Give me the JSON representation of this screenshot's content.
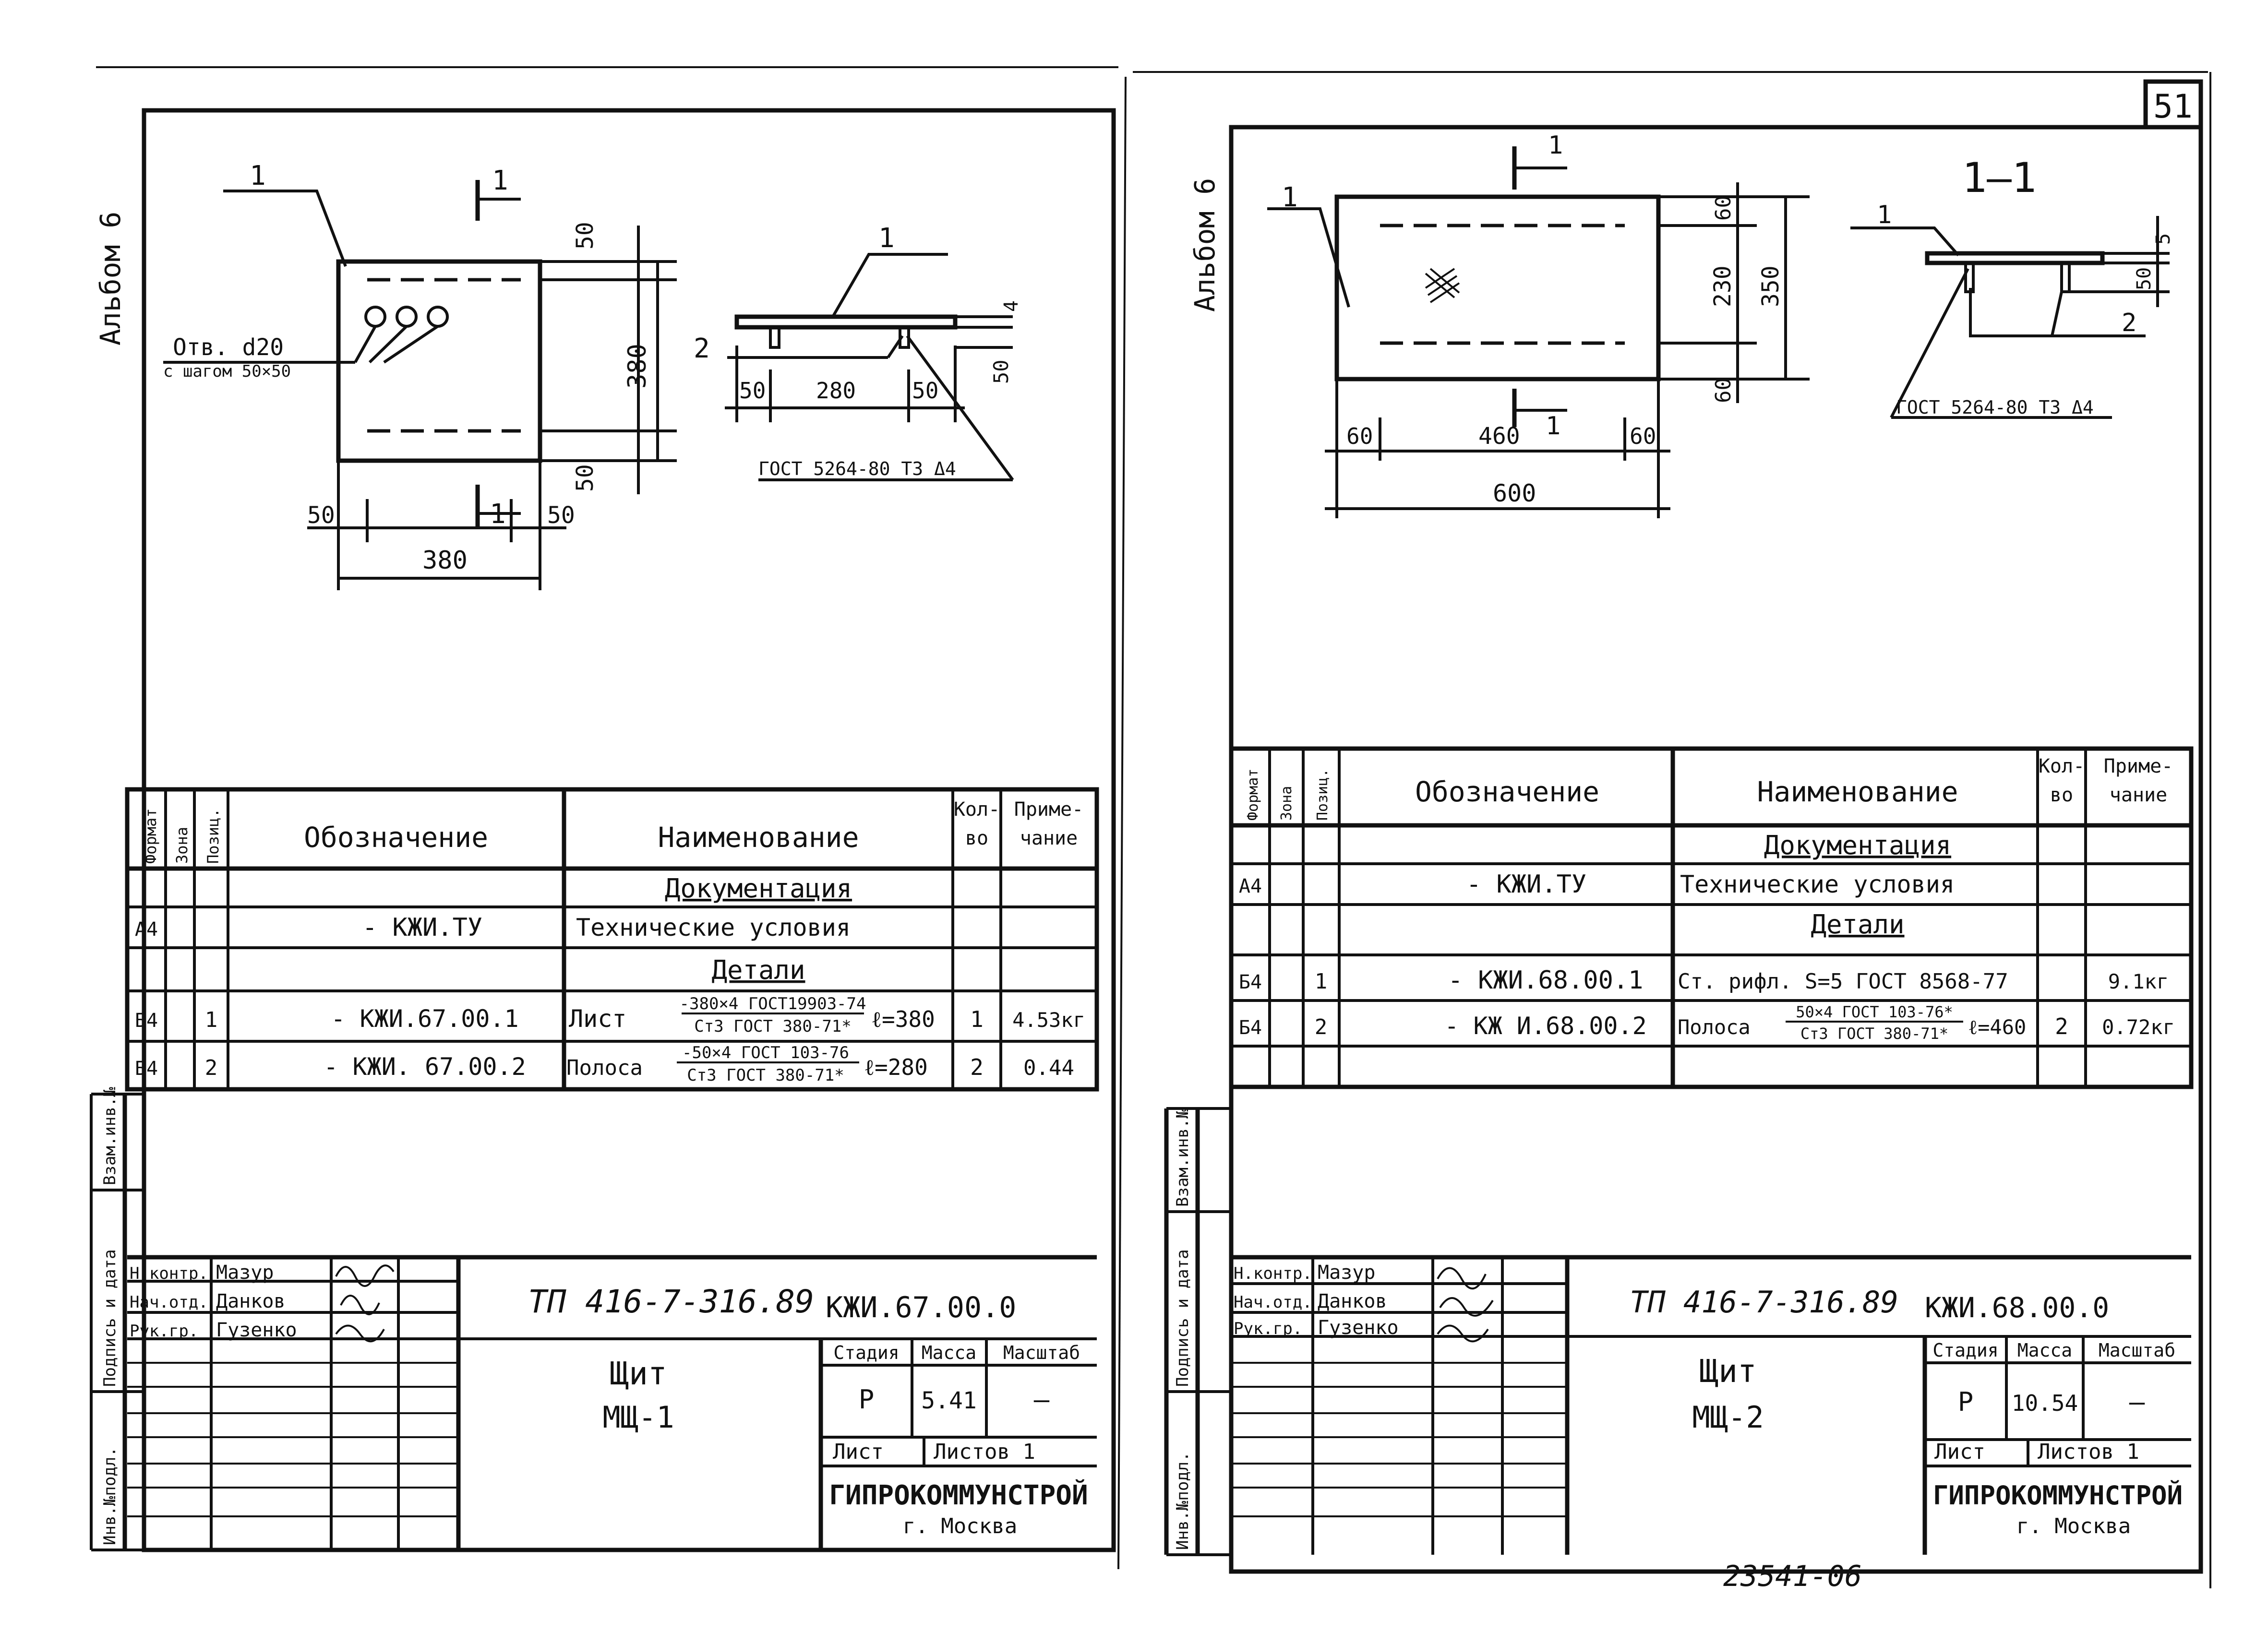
{
  "page_number": "51",
  "archive_number": "23541-06",
  "left": {
    "album": "Альбом 6",
    "drawing": {
      "callout_pos": "1",
      "section_mark": "1",
      "hole_label": "Отв. d20",
      "hole_pitch": "с шагом 50×50",
      "dim_top": "50",
      "dim_height": "380",
      "dim_bottom": "50",
      "dim_left": "50",
      "dim_right": "50",
      "dim_width": "380",
      "side_pos1": "1",
      "side_pos2": "2",
      "side_thk": "4",
      "side_h": "50",
      "side_d1": "50",
      "side_d2": "280",
      "side_d3": "50",
      "weld": "ГОСТ 5264-80 Т3 Δ4"
    },
    "spec": {
      "h_format": "Формат",
      "h_zone": "Зона",
      "h_pos": "Позиц.",
      "h_designation": "Обозначение",
      "h_name": "Наименование",
      "h_qty1": "Кол-",
      "h_qty2": "во",
      "h_note1": "Приме-",
      "h_note2": "чание",
      "sec_docs": "Документация",
      "r1_format": "А4",
      "r1_des": "- КЖИ.ТУ",
      "r1_name": "Технические условия",
      "sec_parts": "Детали",
      "r2_format": "Б4",
      "r2_pos": "1",
      "r2_des": "- КЖИ.67.00.1",
      "r2_name": "Лист",
      "r2_top": "-380×4 ГОСТ19903-74",
      "r2_bot": "Ст3 ГОСТ 380-71*",
      "r2_len": "ℓ=380",
      "r2_qty": "1",
      "r2_note": "4.53кг",
      "r3_format": "Б4",
      "r3_pos": "2",
      "r3_des": "- КЖИ. 67.00.2",
      "r3_name": "Полоса",
      "r3_top": "-50×4 ГОСТ 103-76",
      "r3_bot": "Ст3 ГОСТ 380-71*",
      "r3_len": "ℓ=280",
      "r3_qty": "2",
      "r3_note": "0.44"
    },
    "title_block": {
      "code": "ТП 416-7-316.89",
      "doc": "КЖИ.67.00.0",
      "role1": "Н.контр.",
      "name1": "Мазур",
      "role2": "Нач.отд.",
      "name2": "Данков",
      "role3": "Рук.гр.",
      "name3": "Гузенко",
      "item1": "Щит",
      "item2": "МЩ-1",
      "h_stage": "Стадия",
      "h_mass": "Масса",
      "h_scale": "Масштаб",
      "stage": "Р",
      "mass": "5.41",
      "scale": "—",
      "sheet": "Лист",
      "sheets": "Листов 1",
      "org": "ГИПРОКОММУНСТРОЙ",
      "city": "г. Москва"
    },
    "margin_stamp": {
      "inv_orig": "Инв.№подл.",
      "sign_date": "Подпись и дата",
      "inv_dup": "Взам.инв.№"
    }
  },
  "right": {
    "album": "Альбом 6",
    "drawing": {
      "callout_pos": "1",
      "section_mark": "1",
      "dim_60a": "60",
      "dim_230": "230",
      "dim_350": "350",
      "dim_60b": "60",
      "dim_60l": "60",
      "dim_460": "460",
      "dim_60r": "60",
      "dim_600": "600",
      "section_title": "1–1",
      "sec_pos1": "1",
      "sec_pos2": "2",
      "sec_5": "5",
      "sec_50": "50",
      "weld": "ГОСТ 5264-80 Т3 Δ4"
    },
    "spec": {
      "h_format": "Формат",
      "h_zone": "Зона",
      "h_pos": "Позиц.",
      "h_designation": "Обозначение",
      "h_name": "Наименование",
      "h_qty1": "Кол-",
      "h_qty2": "во",
      "h_note1": "Приме-",
      "h_note2": "чание",
      "sec_docs": "Документация",
      "r1_format": "А4",
      "r1_des": "- КЖИ.ТУ",
      "r1_name": "Технические условия",
      "sec_parts": "Детали",
      "r2_format": "Б4",
      "r2_pos": "1",
      "r2_des": "- КЖИ.68.00.1",
      "r2_name": "Ст. рифл. S=5 ГОСТ 8568-77",
      "r2_qty": "",
      "r2_note": "9.1кг",
      "r3_format": "Б4",
      "r3_pos": "2",
      "r3_des": "- КЖ И.68.00.2",
      "r3_name": "Полоса",
      "r3_top": "50×4 ГОСТ 103-76*",
      "r3_bot": "Ст3 ГОСТ 380-71*",
      "r3_len": "ℓ=460",
      "r3_qty": "2",
      "r3_note": "0.72кг"
    },
    "title_block": {
      "code": "ТП 416-7-316.89",
      "doc": "КЖИ.68.00.0",
      "role1": "Н.контр.",
      "name1": "Мазур",
      "role2": "Нач.отд.",
      "name2": "Данков",
      "role3": "Рук.гр.",
      "name3": "Гузенко",
      "item1": "Щит",
      "item2": "МЩ-2",
      "h_stage": "Стадия",
      "h_mass": "Масса",
      "h_scale": "Масштаб",
      "stage": "Р",
      "mass": "10.54",
      "scale": "—",
      "sheet": "Лист",
      "sheets": "Листов 1",
      "org": "ГИПРОКОММУНСТРОЙ",
      "city": "г. Москва"
    },
    "margin_stamp": {
      "inv_orig": "Инв.№подл.",
      "sign_date": "Подпись и дата",
      "inv_dup": "Взам.инв.№"
    }
  }
}
